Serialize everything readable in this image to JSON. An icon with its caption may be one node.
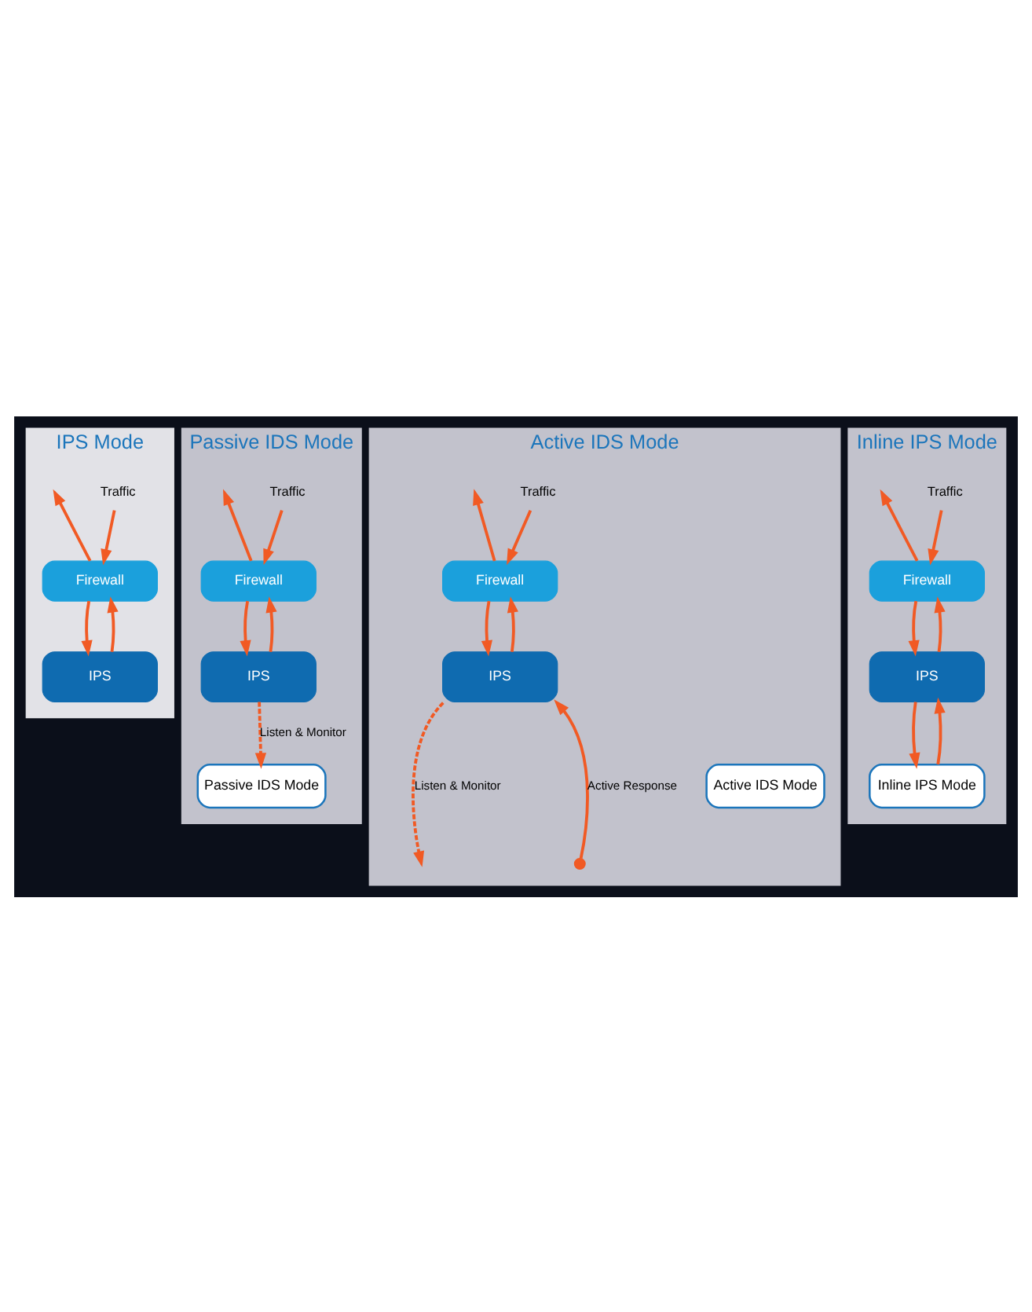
{
  "diagram": {
    "nodes": [
      {
        "text": [
          "IPS Mode"
        ]
      },
      {
        "text": [
          "Traffic"
        ],
        "in": 0
      },
      {
        "text": [
          "Firewall"
        ],
        "in": 0
      },
      {
        "text": [
          "IPS"
        ],
        "in": 0
      },
      {
        "text": [
          "Passive IDS Mode"
        ]
      },
      {
        "text": [
          "Traffic"
        ],
        "in": 4
      },
      {
        "text": [
          "Firewall"
        ],
        "in": 4
      },
      {
        "text": [
          "IPS"
        ],
        "in": 4
      },
      {
        "text": [
          "Passive IDS Mode"
        ],
        "in": 4
      },
      {
        "text": [
          "Active IDS Mode"
        ]
      },
      {
        "text": [
          "Traffic"
        ],
        "in": 9
      },
      {
        "text": [
          "Firewall"
        ],
        "in": 9
      },
      {
        "text": [
          "IPS"
        ],
        "in": 9
      },
      {
        "text": [
          "Active IDS Mode"
        ],
        "in": 9
      },
      {
        "text": [
          "Inline IPS Mode"
        ]
      },
      {
        "text": [
          "Traffic"
        ],
        "in": 14
      },
      {
        "text": [
          "Firewall"
        ],
        "in": 14
      },
      {
        "text": [
          "IPS"
        ],
        "in": 14
      },
      {
        "text": [
          "Inline IPS Mode"
        ],
        "in": 14
      }
    ],
    "edges": [
      {
        "from": 1,
        "to": 2,
        "arrow": "to"
      },
      {
        "from": 2,
        "to": 3,
        "arrow": "to"
      },
      {
        "from": 3,
        "to": 2,
        "arrow": "to"
      },
      {
        "from": 2,
        "to": null,
        "arrow": "to"
      },
      {
        "from": 5,
        "to": 6,
        "arrow": "to"
      },
      {
        "from": 6,
        "to": 7,
        "arrow": "to"
      },
      {
        "from": 7,
        "to": 6,
        "arrow": "to"
      },
      {
        "from": 6,
        "to": null,
        "arrow": "to"
      },
      {
        "from": 7,
        "to": 8,
        "arrow": "to",
        "label": "Listen & Monitor",
        "style": "dashed"
      },
      {
        "from": 10,
        "to": 11,
        "arrow": "to"
      },
      {
        "from": 11,
        "to": 12,
        "arrow": "to"
      },
      {
        "from": 12,
        "to": 11,
        "arrow": "to"
      },
      {
        "from": 11,
        "to": null,
        "arrow": "to"
      },
      {
        "from": 12,
        "to": null,
        "arrow": "to",
        "label": "Listen & Monitor",
        "style": "dashed"
      },
      {
        "from": null,
        "to": 12,
        "arrow": "to",
        "label": "Active Response"
      },
      {
        "from": 15,
        "to": 16,
        "arrow": "to"
      },
      {
        "from": 16,
        "to": 17,
        "arrow": "to"
      },
      {
        "from": 17,
        "to": 16,
        "arrow": "to"
      },
      {
        "from": 16,
        "to": null,
        "arrow": "to"
      },
      {
        "from": 17,
        "to": 18,
        "arrow": "to"
      },
      {
        "from": 18,
        "to": 17,
        "arrow": "to"
      }
    ]
  }
}
